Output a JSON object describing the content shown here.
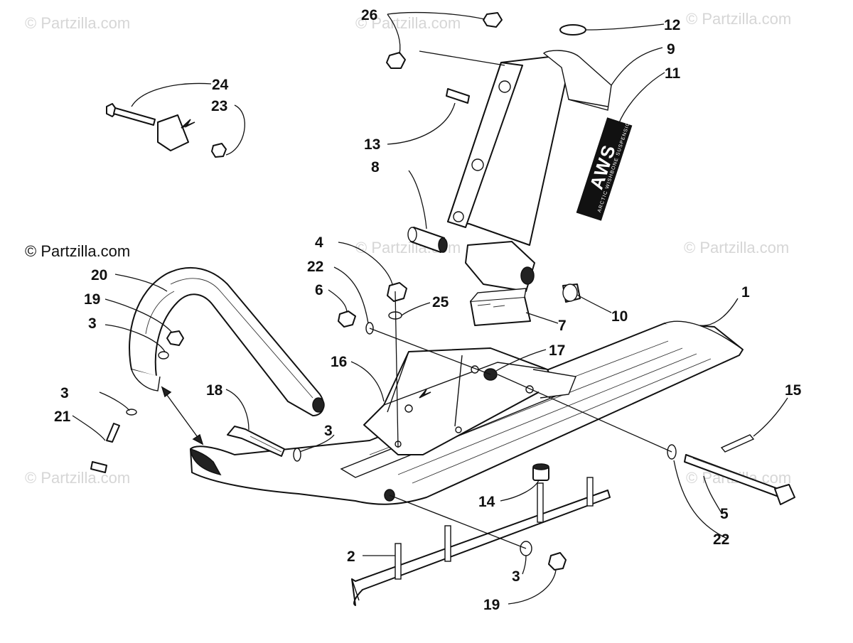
{
  "watermarks": {
    "text": "© Partzilla.com"
  },
  "callouts": [
    {
      "id": "c1",
      "label": "1"
    },
    {
      "id": "c2",
      "label": "2"
    },
    {
      "id": "c3a",
      "label": "3"
    },
    {
      "id": "c3b",
      "label": "3"
    },
    {
      "id": "c3c",
      "label": "3"
    },
    {
      "id": "c3d",
      "label": "3"
    },
    {
      "id": "c4",
      "label": "4"
    },
    {
      "id": "c5",
      "label": "5"
    },
    {
      "id": "c6",
      "label": "6"
    },
    {
      "id": "c7",
      "label": "7"
    },
    {
      "id": "c8",
      "label": "8"
    },
    {
      "id": "c9",
      "label": "9"
    },
    {
      "id": "c10",
      "label": "10"
    },
    {
      "id": "c11",
      "label": "11"
    },
    {
      "id": "c12",
      "label": "12"
    },
    {
      "id": "c13",
      "label": "13"
    },
    {
      "id": "c14",
      "label": "14"
    },
    {
      "id": "c15",
      "label": "15"
    },
    {
      "id": "c16",
      "label": "16"
    },
    {
      "id": "c17",
      "label": "17"
    },
    {
      "id": "c18",
      "label": "18"
    },
    {
      "id": "c19a",
      "label": "19"
    },
    {
      "id": "c19b",
      "label": "19"
    },
    {
      "id": "c20",
      "label": "20"
    },
    {
      "id": "c21",
      "label": "21"
    },
    {
      "id": "c22a",
      "label": "22"
    },
    {
      "id": "c22b",
      "label": "22"
    },
    {
      "id": "c23",
      "label": "23"
    },
    {
      "id": "c24",
      "label": "24"
    },
    {
      "id": "c25",
      "label": "25"
    },
    {
      "id": "c26",
      "label": "26"
    }
  ],
  "decal": {
    "brand": "AWS",
    "tagline": "ARCTIC WISHBONE SUSPENSION"
  }
}
